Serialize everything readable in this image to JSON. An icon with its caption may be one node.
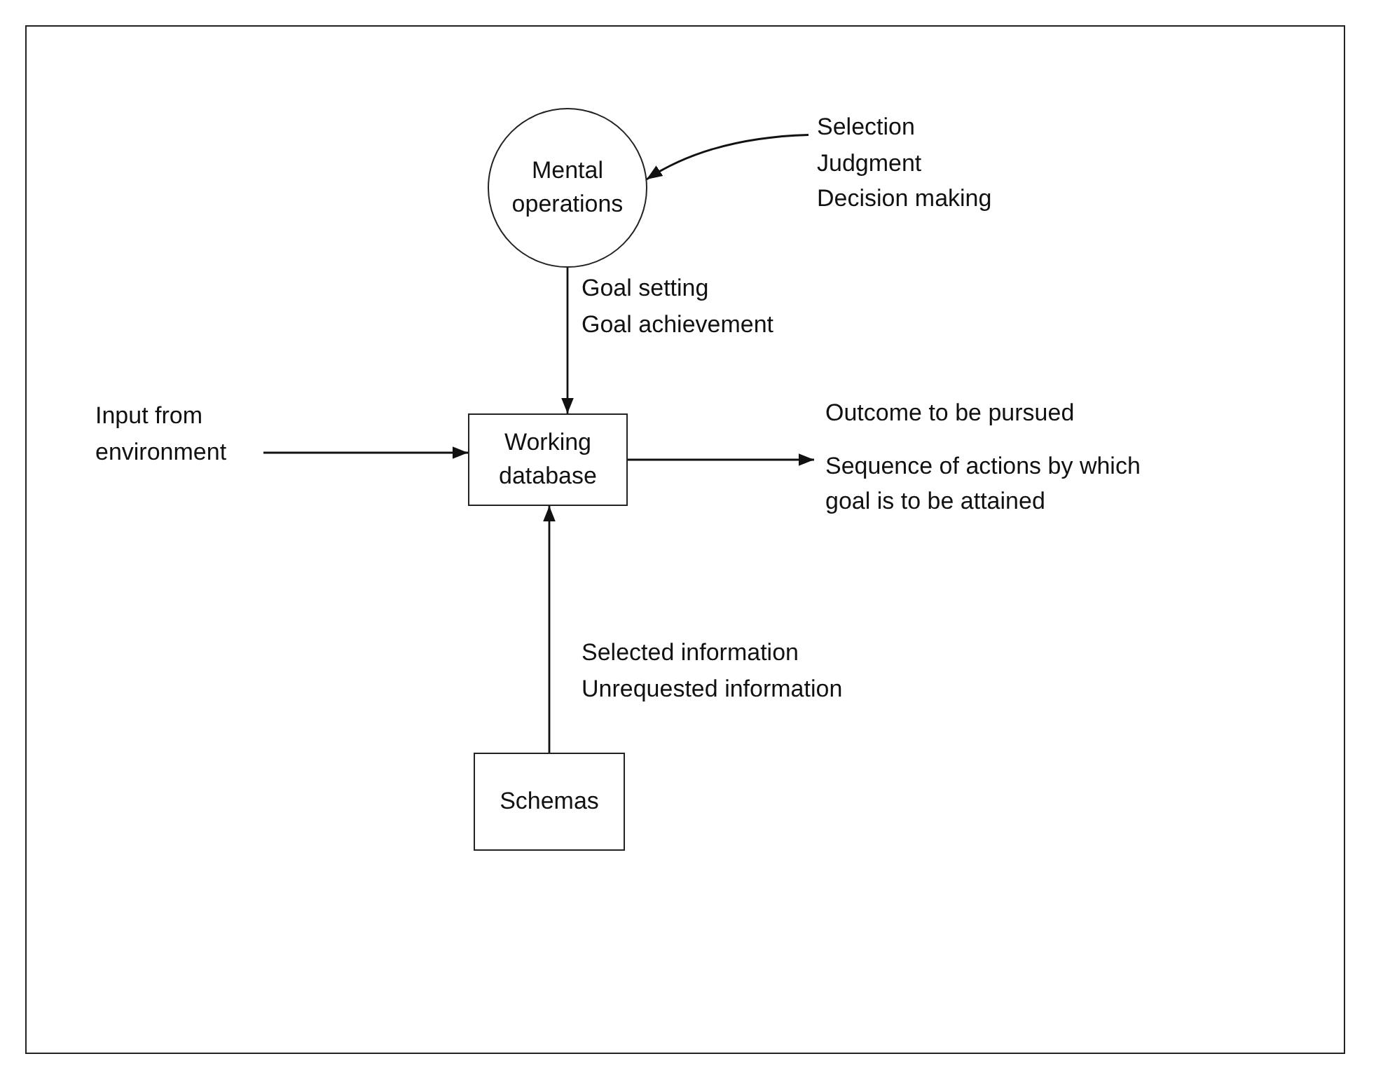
{
  "diagram": {
    "nodes": [
      {
        "text": [
          "Mental operations"
        ]
      },
      {
        "text": [
          "Selection",
          "Judgment",
          "Decision making"
        ]
      },
      {
        "text": [
          "Working database"
        ]
      },
      {
        "text": [
          "Input from environment"
        ]
      },
      {
        "text": [
          "Outcome to be pursued",
          "Sequence of actions by which goal is to be attained"
        ]
      },
      {
        "text": [
          "Schemas"
        ]
      }
    ],
    "edges": [
      {
        "from": 1,
        "to": 0,
        "arrow": "to"
      },
      {
        "from": 0,
        "to": 2,
        "arrow": "to"
      },
      {
        "from": 3,
        "to": 2,
        "arrow": "to"
      },
      {
        "from": 2,
        "to": 4,
        "arrow": "to"
      },
      {
        "from": 5,
        "to": 2,
        "arrow": "to"
      }
    ],
    "labels": [
      "Goal setting",
      "Goal achievement",
      "Selected information",
      "Unrequested information"
    ]
  }
}
